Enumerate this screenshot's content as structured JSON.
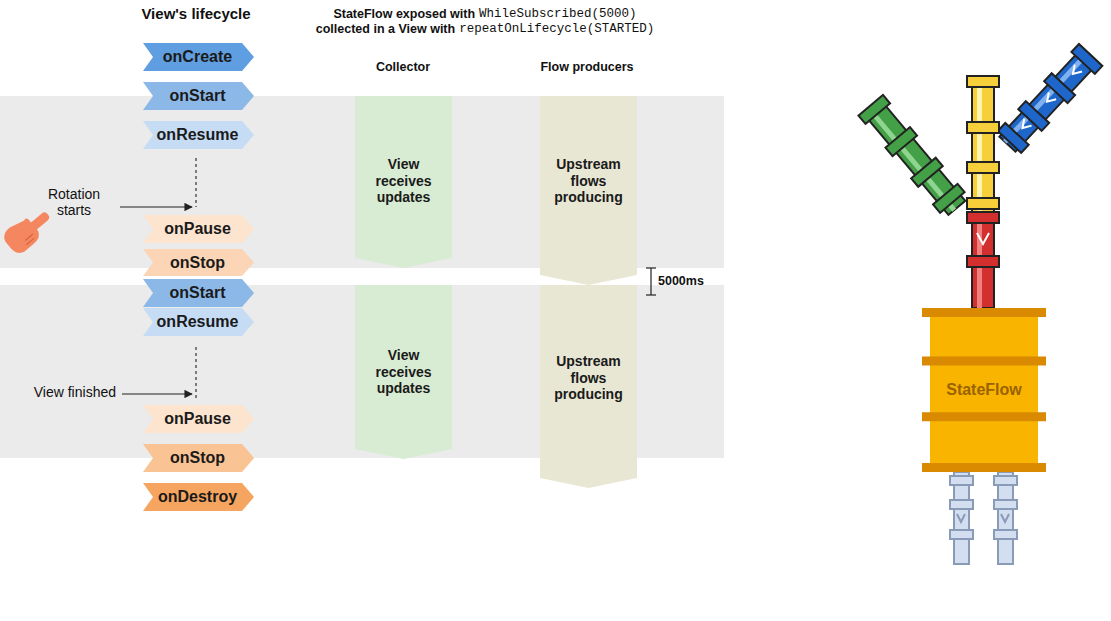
{
  "diagram": {
    "nodes": [
      {
        "text": [
          "onCreate"
        ]
      },
      {
        "text": [
          "onStart"
        ]
      },
      {
        "text": [
          "onResume"
        ]
      },
      {
        "text": [
          "onPause"
        ]
      },
      {
        "text": [
          "onStop"
        ]
      },
      {
        "text": [
          "onStart"
        ]
      },
      {
        "text": [
          "onResume"
        ]
      },
      {
        "text": [
          "onPause"
        ]
      },
      {
        "text": [
          "onStop"
        ]
      },
      {
        "text": [
          "onDestroy"
        ]
      },
      {
        "text": [
          "View receives updates"
        ]
      },
      {
        "text": [
          "Upstream flows producing"
        ]
      },
      {
        "text": [
          "View receives updates"
        ]
      },
      {
        "text": [
          "Upstream flows producing"
        ]
      },
      {
        "text": [
          "StateFlow"
        ]
      }
    ],
    "labels": [
      "View's lifecycle",
      "StateFlow exposed with",
      "WhileSubscribed(5000)",
      "collected in a View with",
      "repeatOnLifecycle(STARTED)",
      "Collector",
      "Flow producers",
      "Rotation starts",
      "View finished",
      "5000ms"
    ]
  }
}
